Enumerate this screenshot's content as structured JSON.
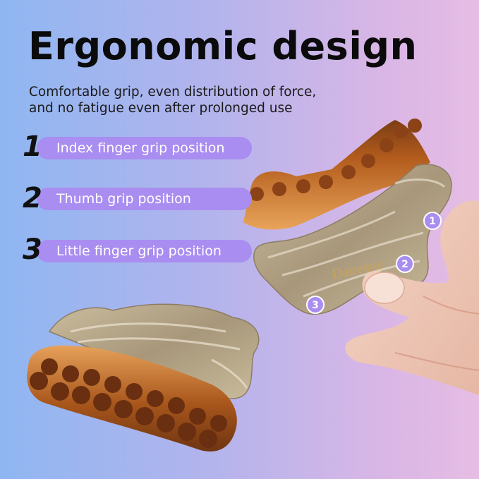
{
  "header": {
    "title": "Ergonomic design",
    "subtitle_line1": "Comfortable grip, even distribution of force,",
    "subtitle_line2": "and no fatigue even after prolonged use"
  },
  "grips": [
    {
      "number": "1",
      "label": "Index finger grip position"
    },
    {
      "number": "2",
      "label": "Thumb grip position"
    },
    {
      "number": "3",
      "label": "Little finger grip position"
    }
  ],
  "brand": "Dairenne",
  "markers": [
    "1",
    "2",
    "3"
  ],
  "colors": {
    "pill": "#a98df0",
    "bristle": "#c96a1e",
    "handle": "#b9a98c"
  }
}
